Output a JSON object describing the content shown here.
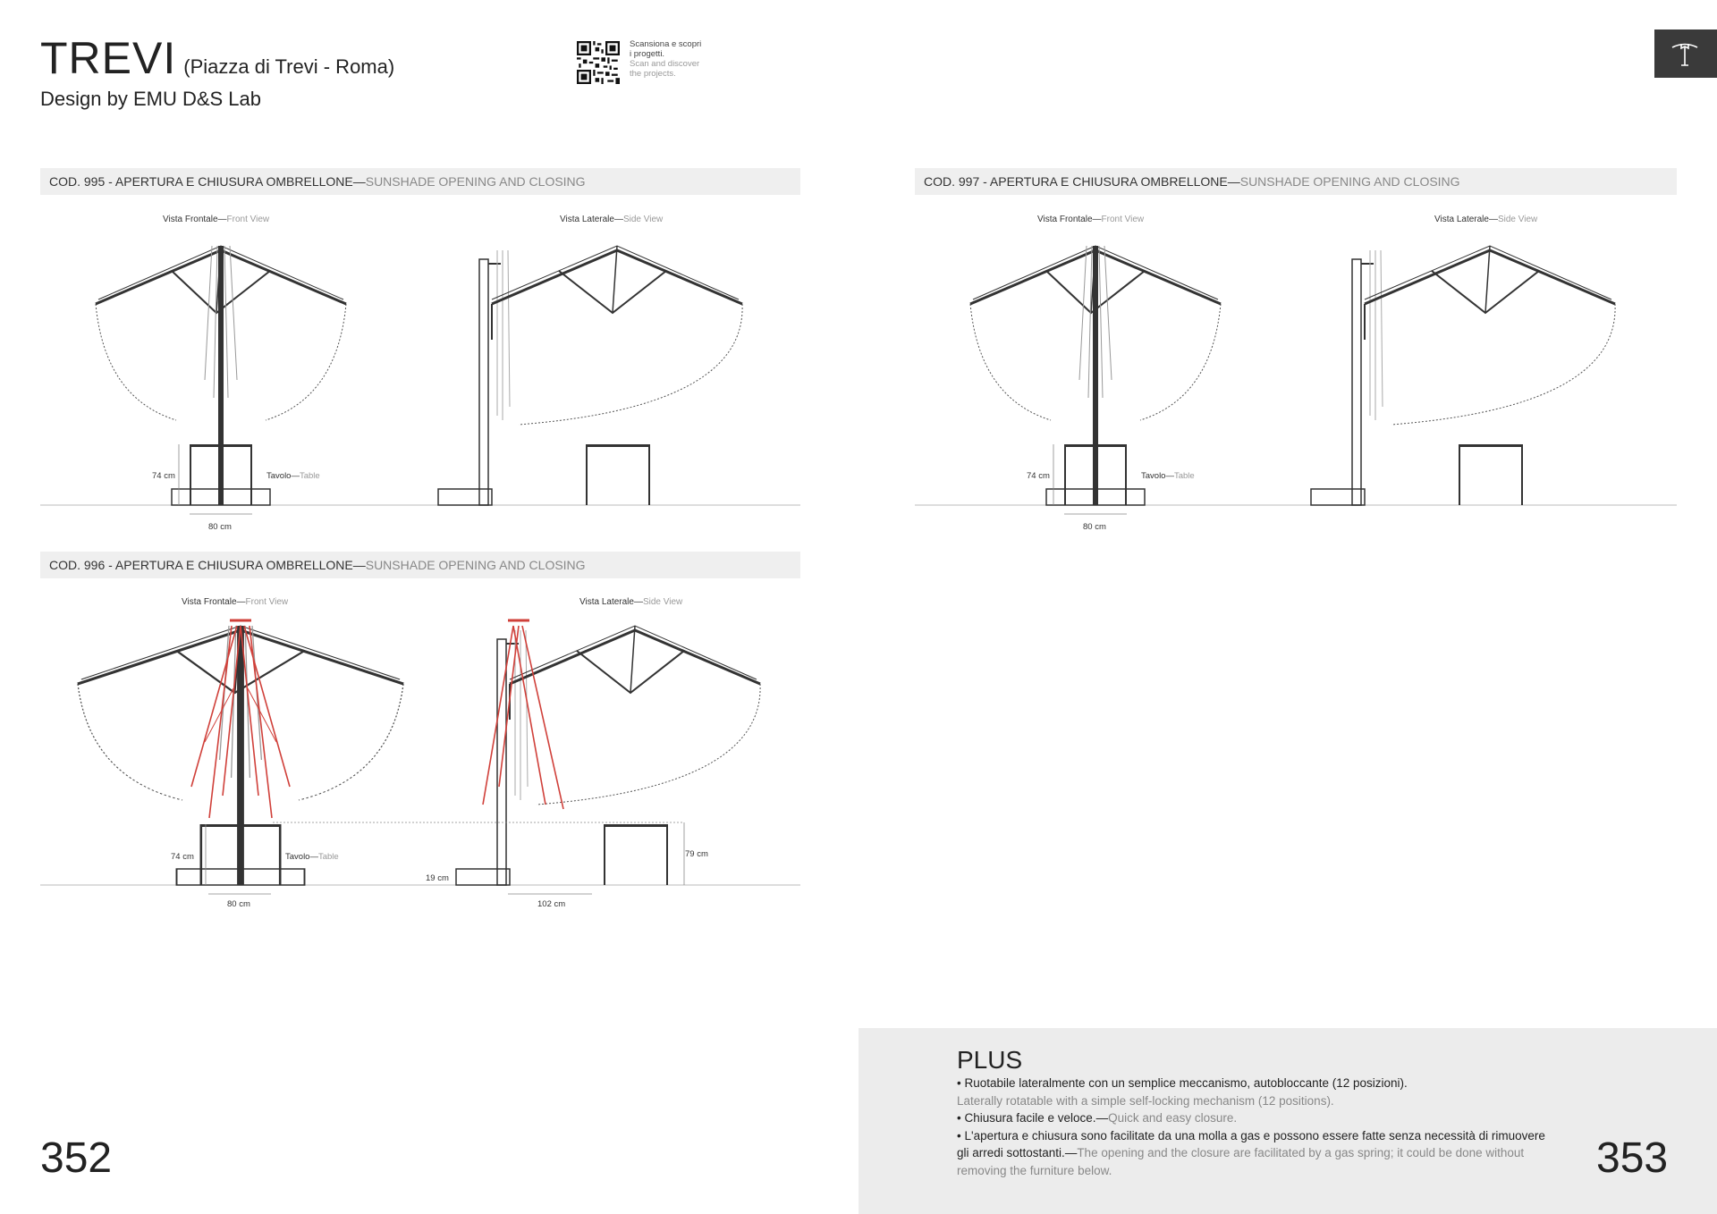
{
  "header": {
    "title": "TREVI",
    "location": "(Piazza di Trevi - Roma)",
    "designer": "Design by EMU D&S Lab",
    "qr_it_1": "Scansiona e scopri",
    "qr_it_2": "i progetti.",
    "qr_en_1": "Scan and discover",
    "qr_en_2": "the projects."
  },
  "sections": [
    {
      "code_it": "COD. 995 - APERTURA E CHIUSURA OMBRELLONE",
      "sep": "—",
      "en": "SUNSHADE OPENING AND CLOSING",
      "front_it": "Vista Frontale",
      "front_en": "Front View",
      "side_it": "Vista Laterale",
      "side_en": "Side View",
      "height": "74 cm",
      "table_it": "Tavolo",
      "table_en": "Table",
      "width": "80 cm"
    },
    {
      "code_it": "COD. 997 - APERTURA E CHIUSURA OMBRELLONE",
      "sep": "—",
      "en": "SUNSHADE OPENING AND CLOSING",
      "front_it": "Vista Frontale",
      "front_en": "Front View",
      "side_it": "Vista Laterale",
      "side_en": "Side View",
      "height": "74 cm",
      "table_it": "Tavolo",
      "table_en": "Table",
      "width": "80 cm"
    },
    {
      "code_it": "COD. 996 - APERTURA E CHIUSURA OMBRELLONE",
      "sep": "—",
      "en": "SUNSHADE OPENING AND CLOSING",
      "front_it": "Vista Frontale",
      "front_en": "Front View",
      "side_it": "Vista Laterale",
      "side_en": "Side View",
      "height": "74 cm",
      "table_it": "Tavolo",
      "table_en": "Table",
      "width": "80 cm",
      "side_height": "79 cm",
      "base_height": "19 cm",
      "base_width": "102 cm"
    }
  ],
  "plus": {
    "title": "PLUS",
    "b1_it": "• Ruotabile lateralmente con un semplice meccanismo, autobloccante (12 posizioni).",
    "b1_en": " Laterally rotatable with a simple self-locking mechanism (12 positions).",
    "b2_it": "• Chiusura facile e veloce.",
    "b2_sep": "—",
    "b2_en": "Quick and easy closure.",
    "b3_it": "• L'apertura e chiusura sono facilitate da una molla a gas e possono essere fatte senza necessità di rimuovere gli arredi sottostanti.",
    "b3_sep": "—",
    "b3_en": "The opening and the closure are facilitated by a gas spring; it could be done without removing the furniture below."
  },
  "pages": {
    "left": "352",
    "right": "353"
  },
  "colors": {
    "drawing": "#333333",
    "highlight": "#d0403a",
    "bar": "#efefef",
    "plus_bg": "#ececec",
    "corner": "#3a3a3a"
  }
}
